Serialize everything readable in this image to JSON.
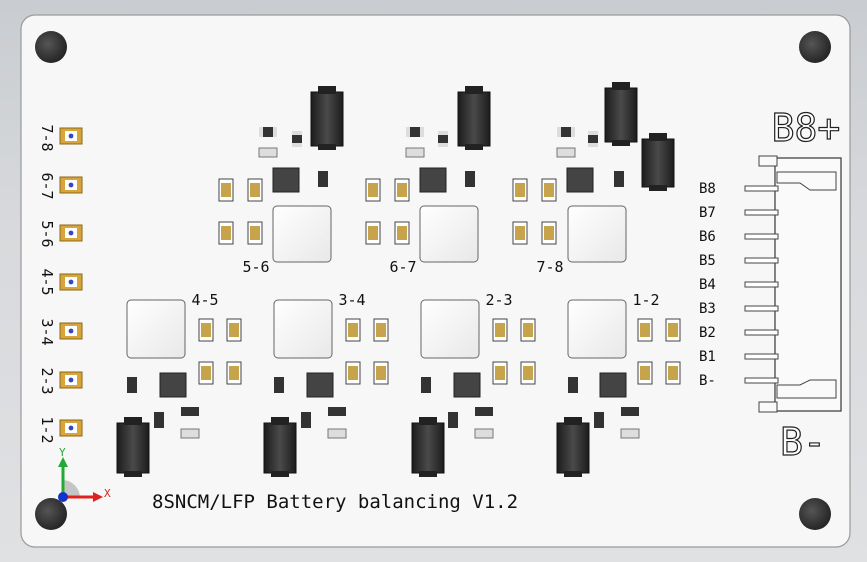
{
  "board": {
    "title": "8SNCM/LFP Battery balancing V1.2",
    "led_labels": [
      "7-8",
      "6-7",
      "5-6",
      "4-5",
      "3-4",
      "2-3",
      "1-2"
    ],
    "channel_labels": [
      "5-6",
      "6-7",
      "7-8",
      "4-5",
      "3-4",
      "2-3",
      "1-2"
    ],
    "connector": {
      "top_label": "B8+",
      "bottom_label": "B-",
      "pin_labels": [
        "B8",
        "B7",
        "B6",
        "B5",
        "B4",
        "B3",
        "B2",
        "B1",
        "B-"
      ]
    }
  },
  "triad": {
    "y_label": "Y",
    "x_label": "X"
  },
  "colors": {
    "board_fill": "#f7f7f7",
    "mounting_hole": "#3a3a3a",
    "diode_body": "#2e2e2e",
    "led_pad": "#d8a43c",
    "axis_y": "#22aa33",
    "axis_x": "#dd2222",
    "axis_z": "#1133cc"
  }
}
